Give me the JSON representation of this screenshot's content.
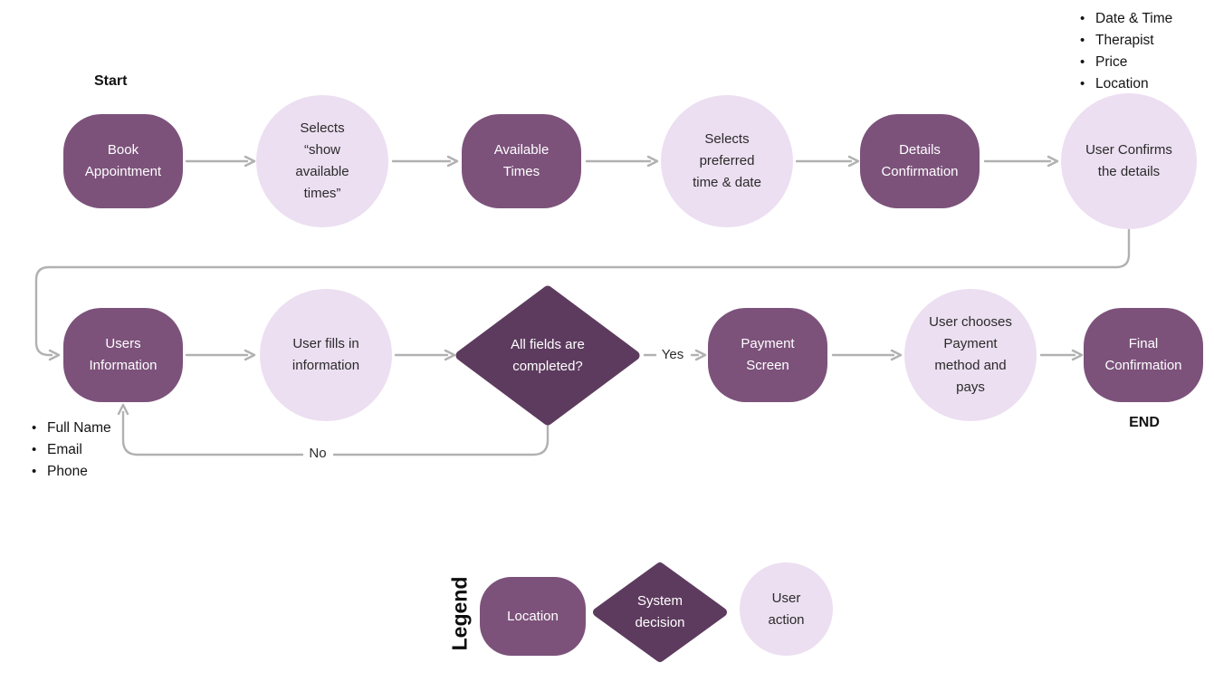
{
  "palette": {
    "process_fill": "#7c527b",
    "decision_fill": "#5d3b5e",
    "user_action_fill": "#ecdff1",
    "connector_gray": "#b1b1b1",
    "text_on_dark": "#ffffff",
    "text_on_light": "#2b2b2b"
  },
  "labels": {
    "start": "Start",
    "end": "END",
    "yes": "Yes",
    "no": "No",
    "legend_title": "Legend"
  },
  "nodes": {
    "book_appointment": "Book Appointment",
    "selects_show_available": "Selects “show available times”",
    "available_times": "Available Times",
    "selects_preferred": "Selects preferred time & date",
    "details_confirmation": "Details Confirmation",
    "user_confirms_details": "User Confirms the details",
    "users_information": "Users Information",
    "user_fills_information": "User fills in information",
    "all_fields_completed": "All fields are completed?",
    "payment_screen": "Payment Screen",
    "user_chooses_payment": "User chooses Payment method and pays",
    "final_confirmation": "Final Confirmation"
  },
  "details_list": {
    "items": [
      "Date & Time",
      "Therapist",
      "Price",
      "Location"
    ]
  },
  "user_info_list": {
    "items": [
      "Full Name",
      "Email",
      "Phone"
    ]
  },
  "legend": {
    "process_label": "Location",
    "decision_label": "System decision",
    "user_action_label": "User action"
  }
}
